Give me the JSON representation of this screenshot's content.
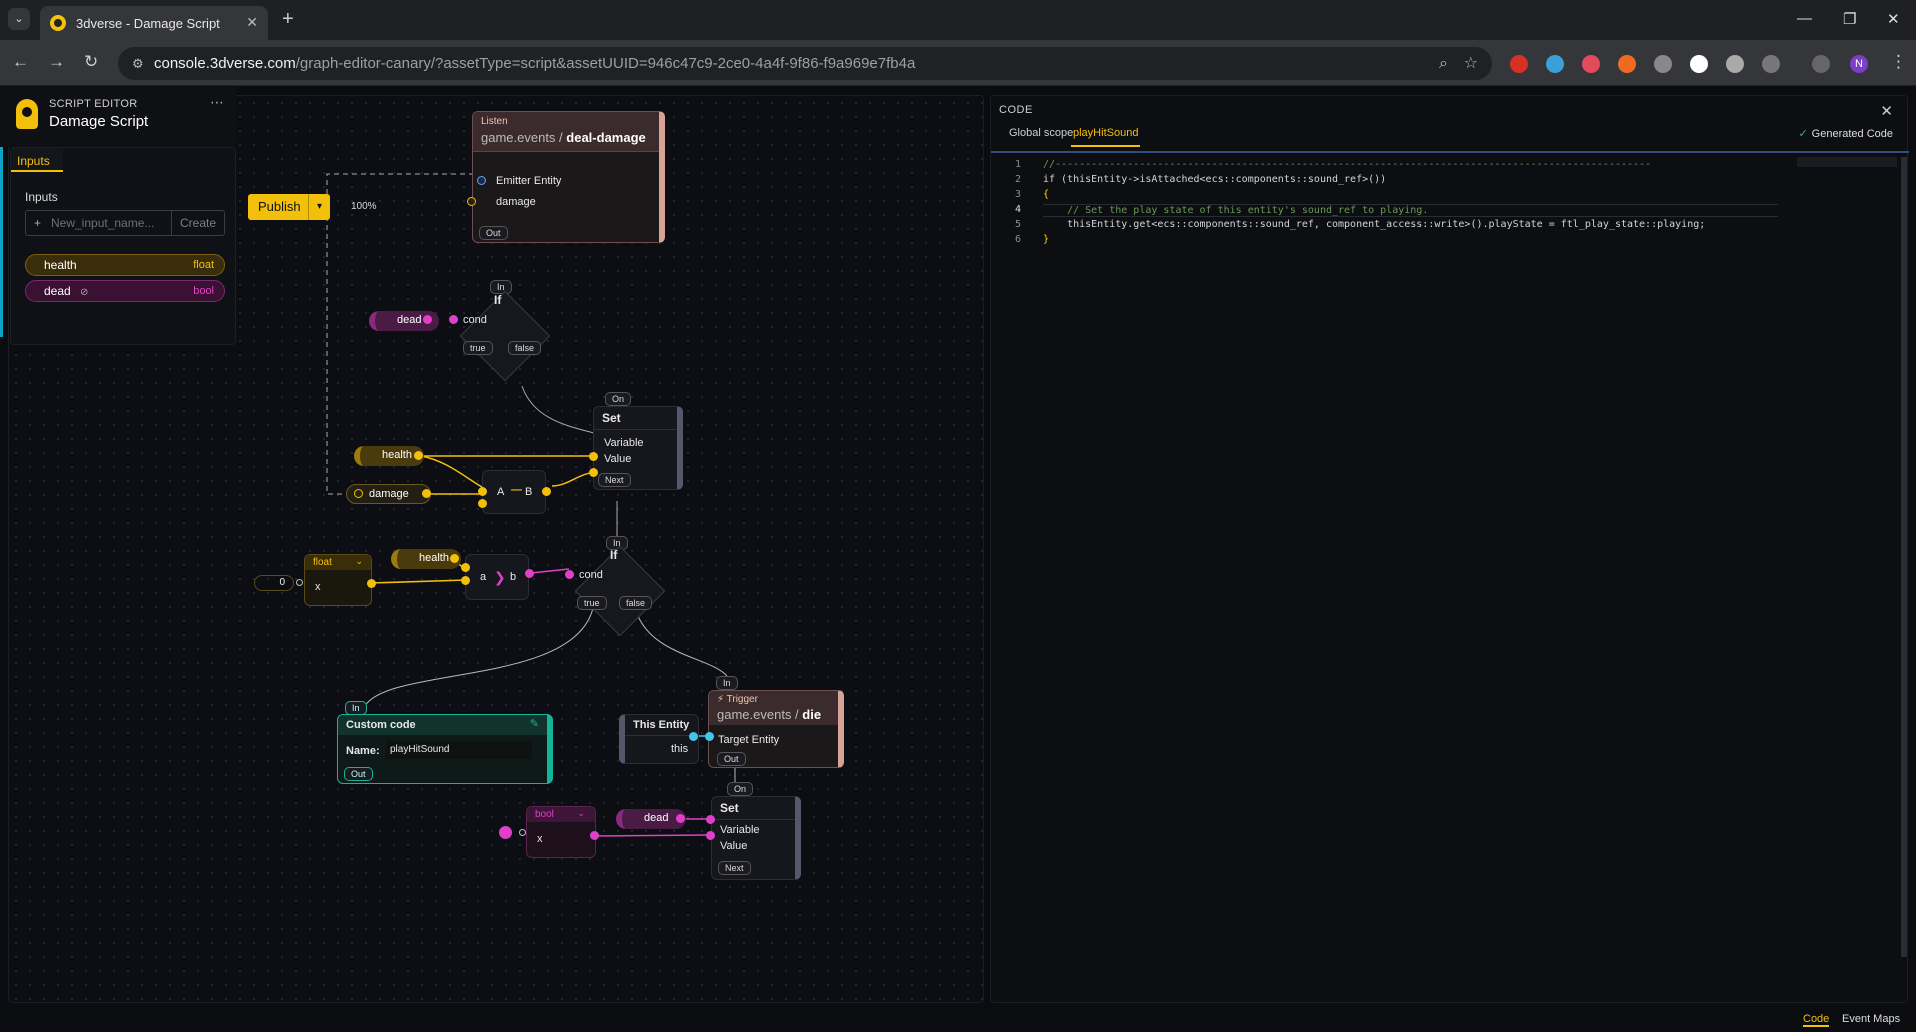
{
  "browser": {
    "tab_title": "3dverse - Damage Script",
    "url_host": "console.3dverse.com",
    "url_path": "/graph-editor-canary/?assetType=script&assetUUID=946c47c9-2ce0-4a4f-9f86-f9a969e7fb4a",
    "profile_initial": "N"
  },
  "editor": {
    "kicker": "SCRIPT EDITOR",
    "title": "Damage Script",
    "inputs_tab": "Inputs",
    "inputs_section": "Inputs",
    "new_input_placeholder": "New_input_name...",
    "create_label": "Create",
    "variables": [
      {
        "name": "health",
        "type": "float"
      },
      {
        "name": "dead",
        "type": "bool"
      }
    ],
    "publish_label": "Publish",
    "zoom": "100%"
  },
  "nodes": {
    "listen": {
      "kicker": "Listen",
      "prefix": "game.events / ",
      "event": "deal-damage",
      "port1": "Emitter Entity",
      "port2": "damage",
      "out": "Out"
    },
    "if1": {
      "title": "If",
      "in": "In",
      "cond": "cond",
      "true": "true",
      "false": "false",
      "var": "dead"
    },
    "set1": {
      "title": "Set",
      "on": "On",
      "variable": "Variable",
      "value": "Value",
      "next": "Next"
    },
    "sub": {
      "a": "A",
      "b": "B",
      "health": "health",
      "damage": "damage"
    },
    "if2": {
      "title": "If",
      "in": "In",
      "cond": "cond",
      "true": "true",
      "false": "false"
    },
    "cmp": {
      "a": "a",
      "b": "b",
      "health": "health"
    },
    "float_const": {
      "type": "float",
      "port": "x",
      "value": "0"
    },
    "custom": {
      "title": "Custom code",
      "name_label": "Name:",
      "name_value": "playHitSound",
      "in": "In",
      "out": "Out"
    },
    "trigger": {
      "kicker": "Trigger",
      "prefix": "game.events / ",
      "event": "die",
      "port": "Target Entity",
      "in": "In",
      "out": "Out"
    },
    "this_entity": {
      "title": "This Entity",
      "port": "this"
    },
    "set2": {
      "title": "Set",
      "on": "On",
      "variable": "Variable",
      "value": "Value",
      "next": "Next",
      "var": "dead"
    },
    "bool_const": {
      "type": "bool",
      "port": "x"
    }
  },
  "code_panel": {
    "title": "CODE",
    "tabs": [
      "Global scope",
      "playHitSound"
    ],
    "generated_label": "Generated Code",
    "lines": [
      "//---------------------------------------------------------------------------------------------------",
      "if (thisEntity->isAttached<ecs::components::sound_ref>())",
      "{",
      "    // Set the play state of this entity's sound_ref to playing.",
      "    thisEntity.get<ecs::components::sound_ref, component_access::write>().playState = ftl_play_state::playing;",
      "}"
    ]
  },
  "bottom_tabs": [
    "Code",
    "Event Maps"
  ],
  "colors": {
    "accent": "#f2c00b",
    "float": "#f2c00b",
    "bool": "#e040c8",
    "entity": "#45c6e8",
    "custom": "#15b39a"
  }
}
